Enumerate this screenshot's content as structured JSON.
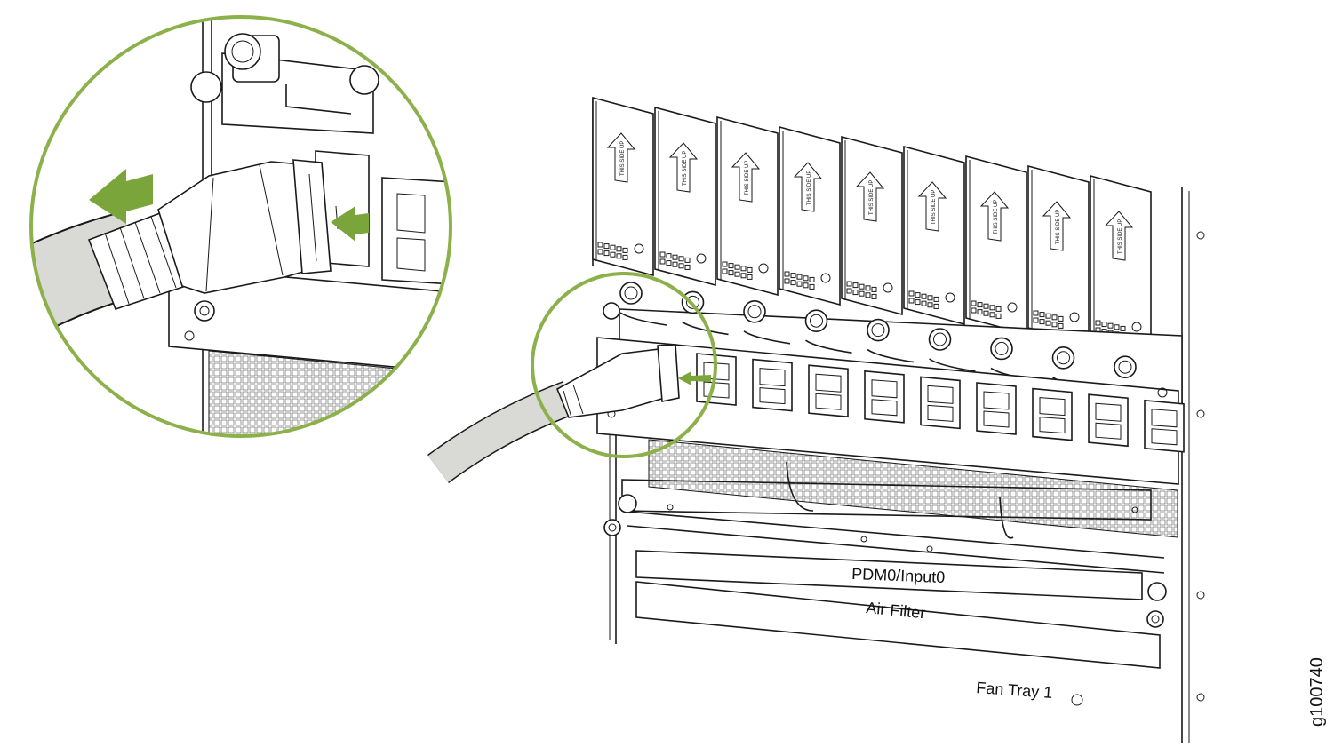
{
  "figure_id": "g100740",
  "labels": {
    "pdm": "PDM0/Input0",
    "air_filter": "Air Filter",
    "fan_tray": "Fan Tray 1"
  },
  "psm_label": "THIS SIDE UP",
  "psm_count": 9,
  "outlet_count": 9,
  "colors": {
    "callout": "#8cb04a",
    "arrow": "#7aa53a",
    "cable": "#d9d9d6",
    "connector": "#e3e3e0",
    "outline": "#1a1a1a"
  },
  "icons": [
    "release-arrow-icon",
    "press-latch-arrow-icon",
    "up-arrow-icon"
  ]
}
